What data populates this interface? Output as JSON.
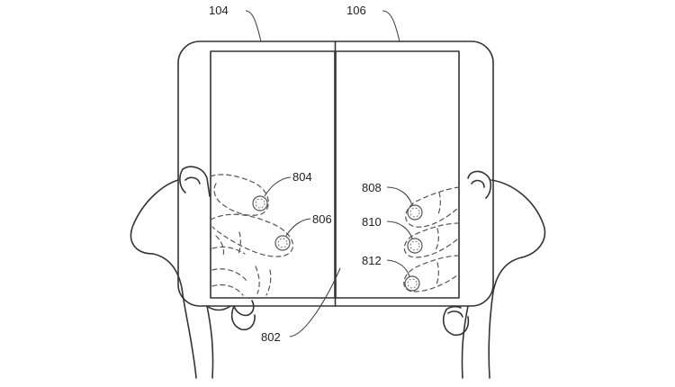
{
  "labels": {
    "device_left": "104",
    "device_right": "106",
    "hinge": "802",
    "touch_804": "804",
    "touch_806": "806",
    "touch_808": "808",
    "touch_810": "810",
    "touch_812": "812"
  }
}
